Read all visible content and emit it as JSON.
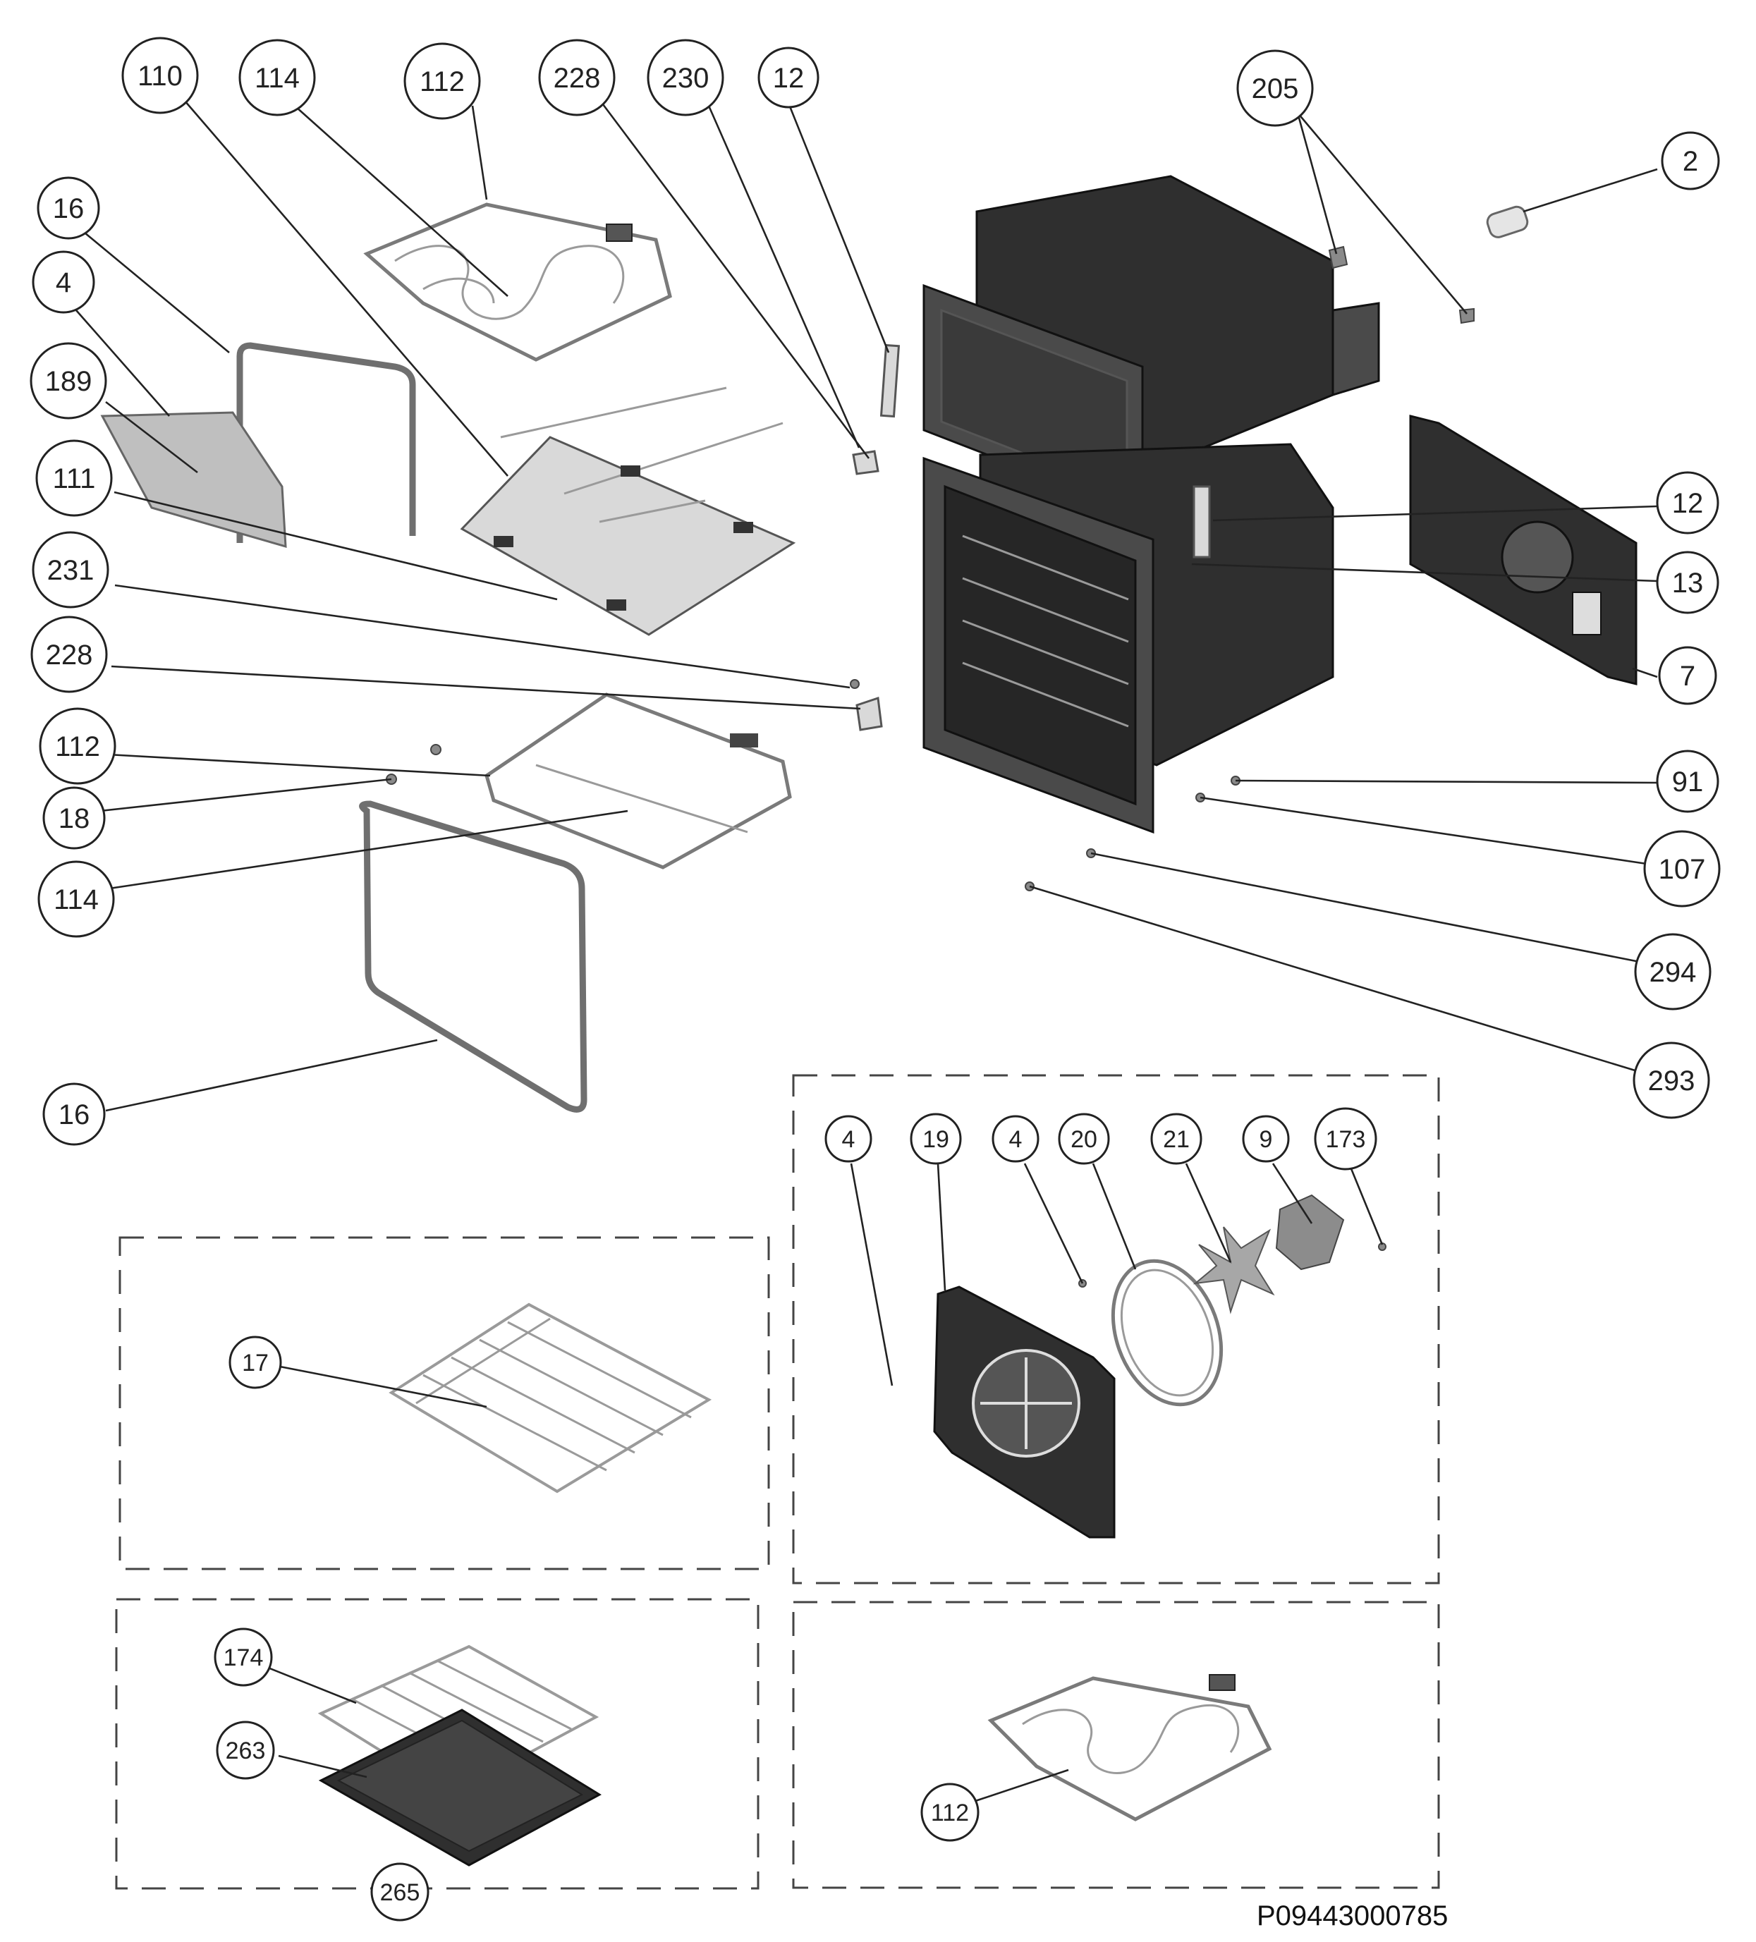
{
  "drawing_code": "P09443000785",
  "callouts": [
    {
      "label": "110"
    },
    {
      "label": "114"
    },
    {
      "label": "112"
    },
    {
      "label": "228"
    },
    {
      "label": "230"
    },
    {
      "label": "12"
    },
    {
      "label": "205"
    },
    {
      "label": "2"
    },
    {
      "label": "16"
    },
    {
      "label": "4"
    },
    {
      "label": "189"
    },
    {
      "label": "111"
    },
    {
      "label": "231"
    },
    {
      "label": "228"
    },
    {
      "label": "112"
    },
    {
      "label": "18"
    },
    {
      "label": "114"
    },
    {
      "label": "16"
    },
    {
      "label": "12"
    },
    {
      "label": "13"
    },
    {
      "label": "7"
    },
    {
      "label": "91"
    },
    {
      "label": "107"
    },
    {
      "label": "294"
    },
    {
      "label": "293"
    },
    {
      "label": "4"
    },
    {
      "label": "19"
    },
    {
      "label": "4"
    },
    {
      "label": "20"
    },
    {
      "label": "21"
    },
    {
      "label": "9"
    },
    {
      "label": "173"
    },
    {
      "label": "17"
    },
    {
      "label": "174"
    },
    {
      "label": "263"
    },
    {
      "label": "265"
    },
    {
      "label": "112"
    }
  ]
}
